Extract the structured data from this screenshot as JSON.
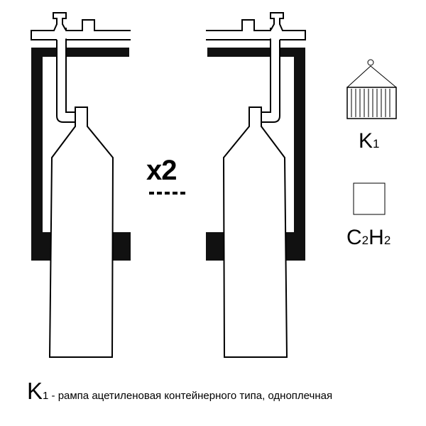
{
  "diagram": {
    "multiplier": "x2",
    "legend_items": [
      {
        "symbol": "K",
        "subscript": "1",
        "label": "container-ramp-icon"
      },
      {
        "symbol": "C",
        "subscript": "2",
        "symbol2": "H",
        "subscript2": "2",
        "label": "gas-square"
      }
    ],
    "caption": {
      "symbol": "K",
      "subscript": "1",
      "text": " - рампа ацетиленовая контейнерного типа, одноплечная"
    }
  }
}
